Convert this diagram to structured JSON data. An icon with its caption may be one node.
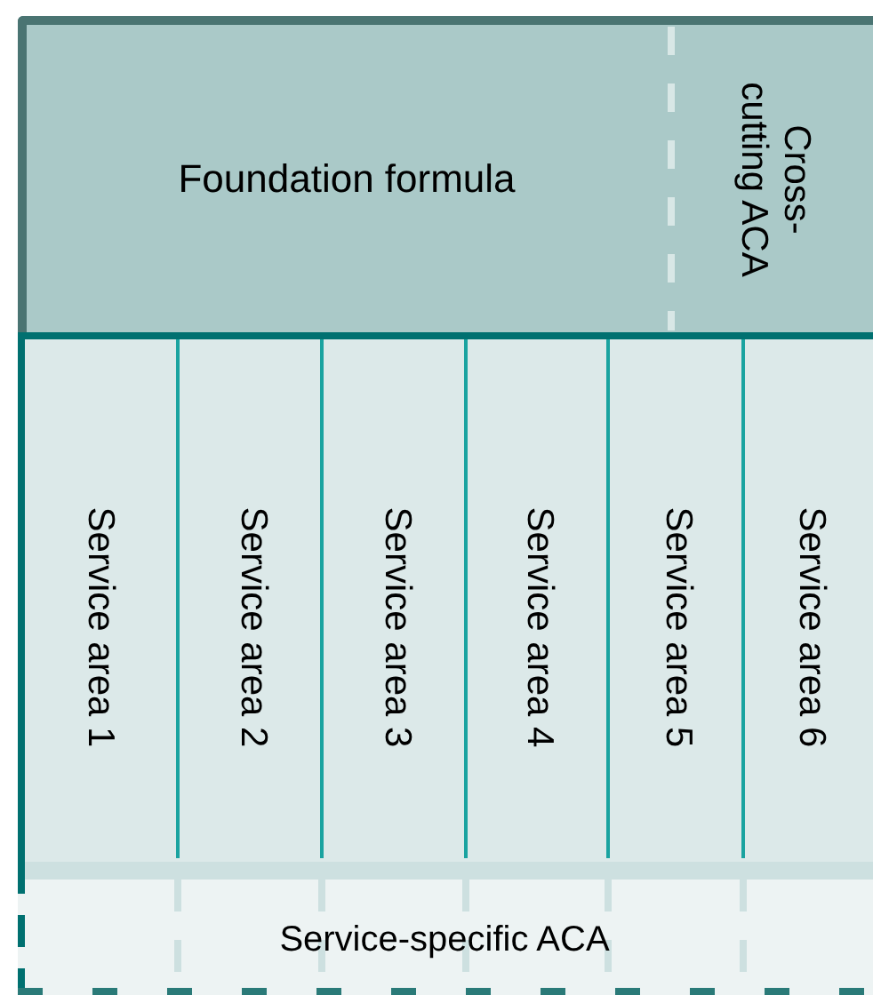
{
  "diagram": {
    "nodes": [
      {
        "text": [
          "Foundation formula"
        ]
      },
      {
        "text": [
          "Cross- cutting ACA"
        ]
      },
      {
        "text": [
          "Service area 1"
        ]
      },
      {
        "text": [
          "Service area 2"
        ]
      },
      {
        "text": [
          "Service area 3"
        ]
      },
      {
        "text": [
          "Service area 4"
        ]
      },
      {
        "text": [
          "Service area 5"
        ]
      },
      {
        "text": [
          "Service area 6"
        ]
      },
      {
        "text": [
          "Service-specific ACA"
        ]
      }
    ]
  }
}
